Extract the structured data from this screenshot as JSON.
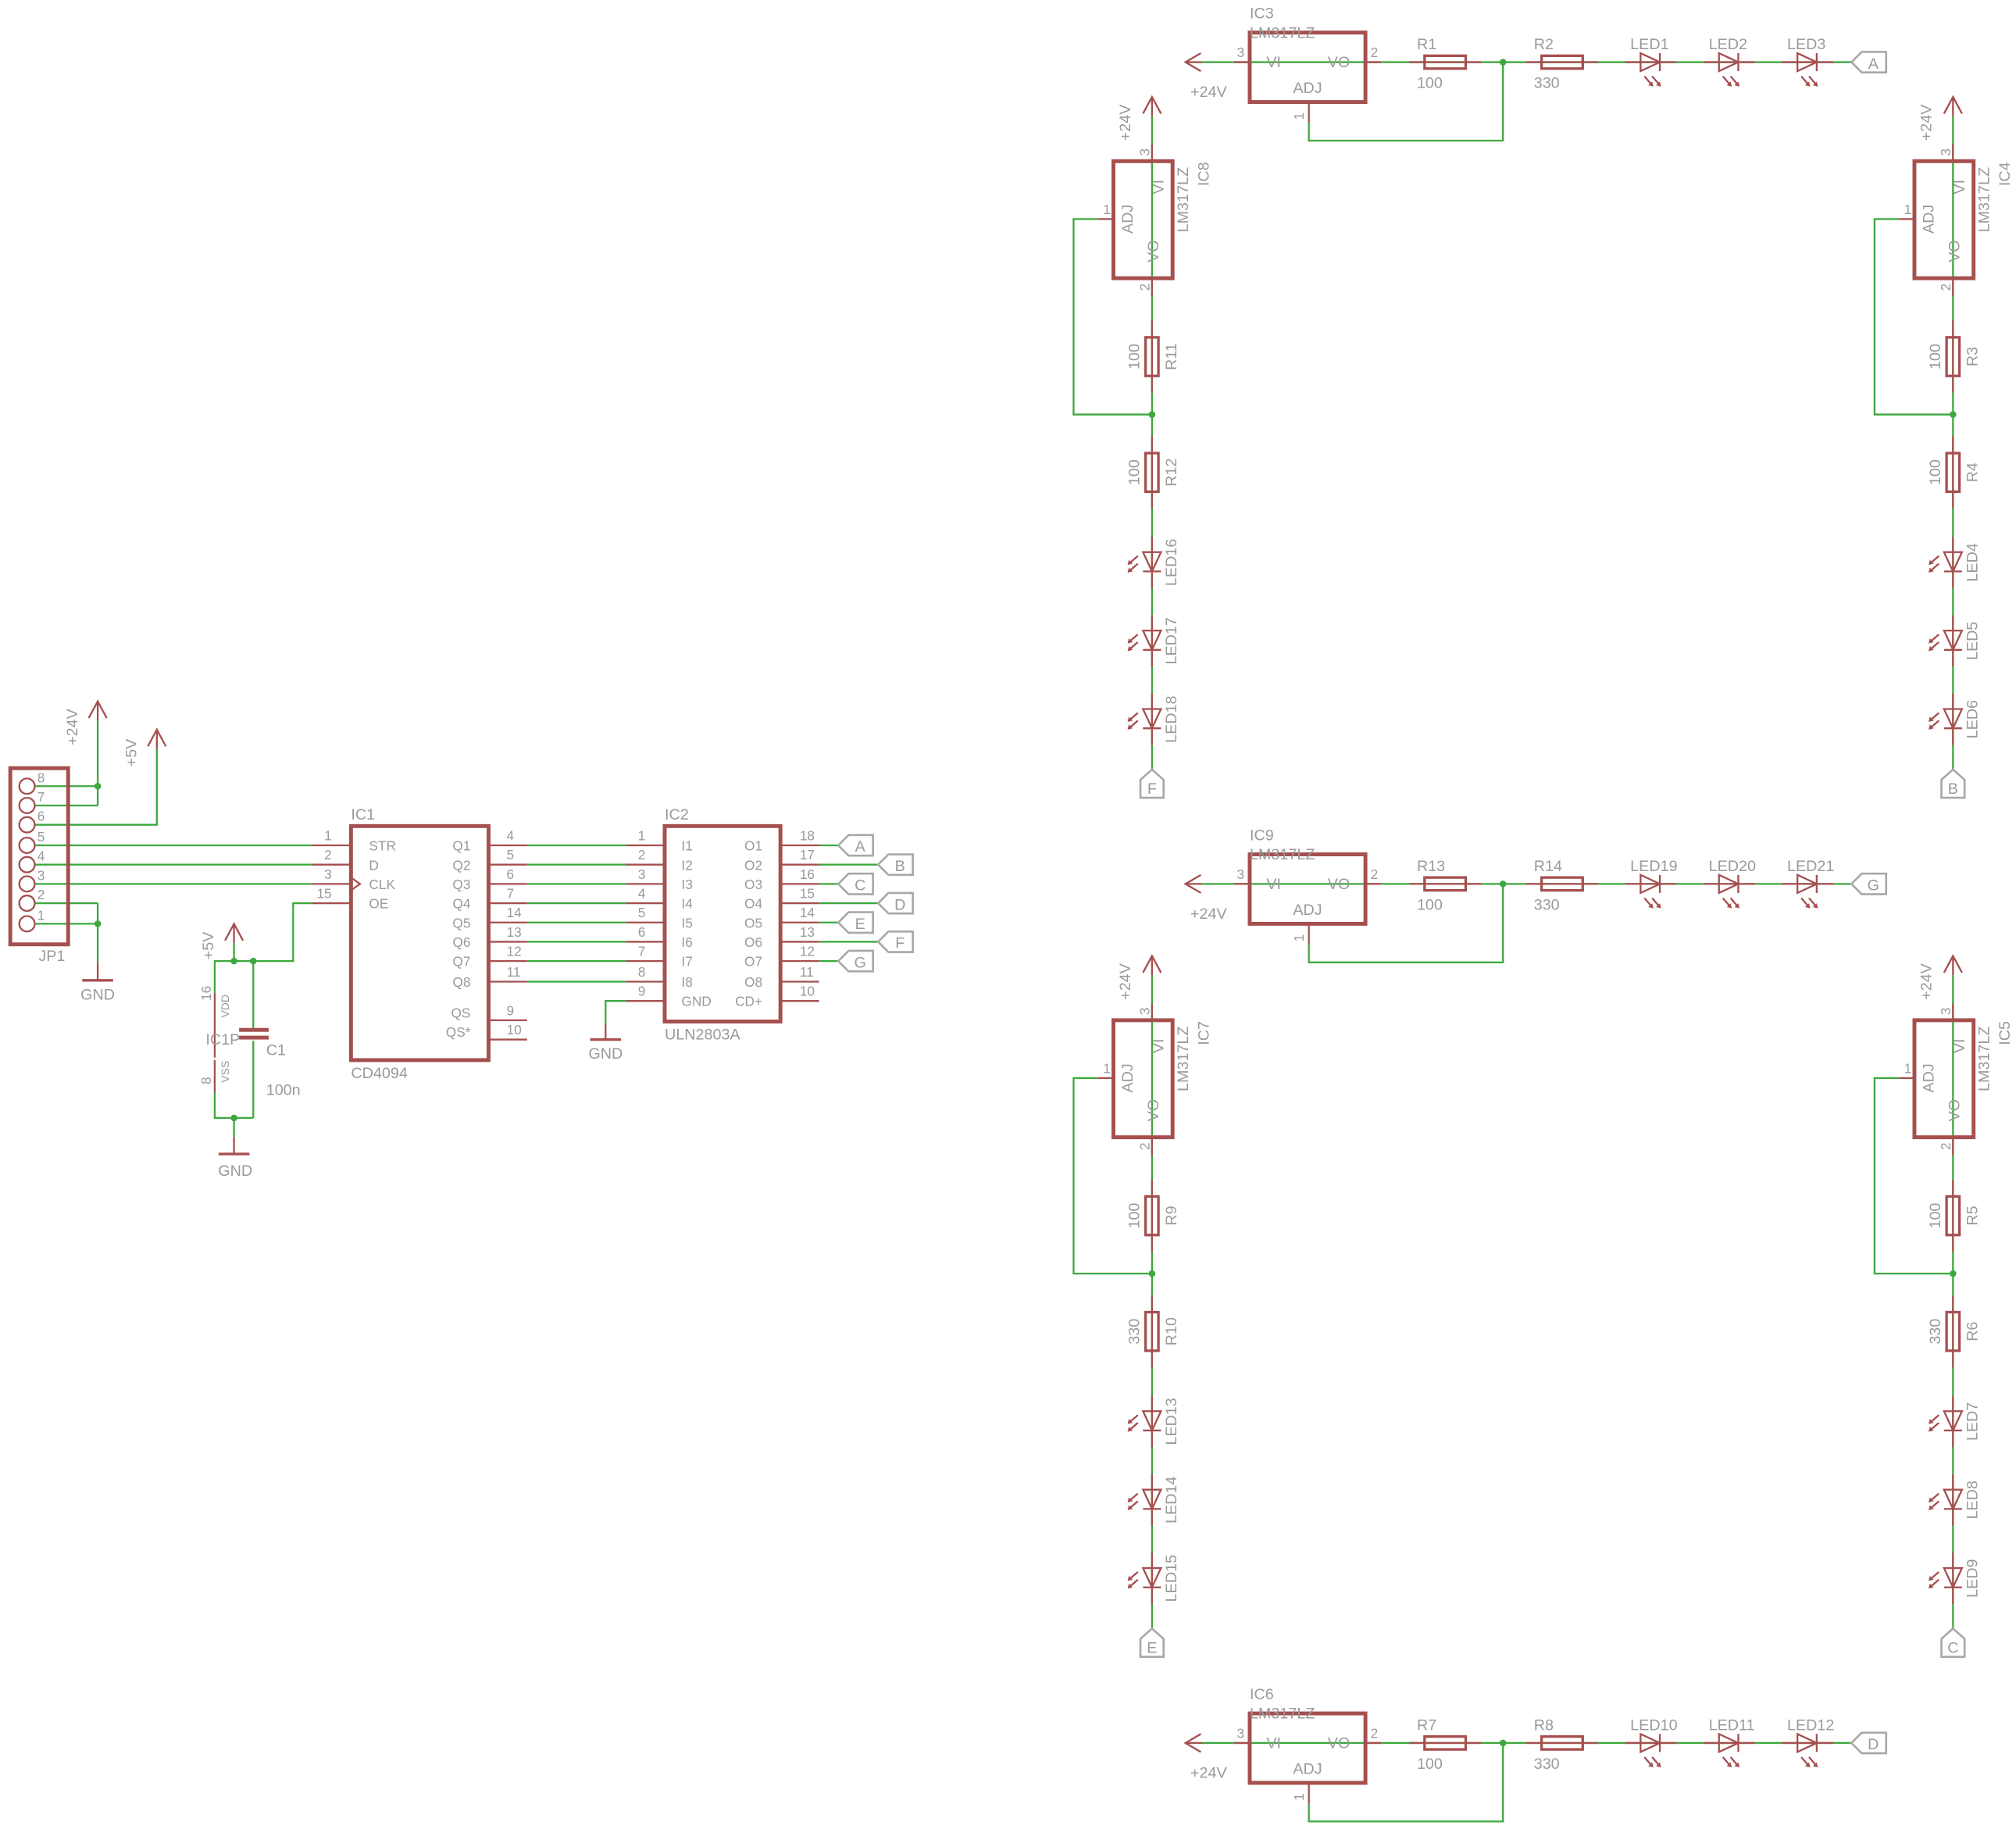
{
  "power": {
    "v24": "+24V",
    "v5": "+5V",
    "gnd": "GND"
  },
  "jp1": {
    "name": "JP1",
    "pins": [
      "1",
      "2",
      "3",
      "4",
      "5",
      "6",
      "7",
      "8"
    ]
  },
  "ic1": {
    "name": "IC1",
    "value": "CD4094",
    "left_pins": [
      {
        "num": "1",
        "label": "STR"
      },
      {
        "num": "2",
        "label": "D"
      },
      {
        "num": "3",
        "label": "CLK"
      },
      {
        "num": "15",
        "label": "OE"
      }
    ],
    "right_pins": [
      {
        "num": "4",
        "label": "Q1"
      },
      {
        "num": "5",
        "label": "Q2"
      },
      {
        "num": "6",
        "label": "Q3"
      },
      {
        "num": "7",
        "label": "Q4"
      },
      {
        "num": "14",
        "label": "Q5"
      },
      {
        "num": "13",
        "label": "Q6"
      },
      {
        "num": "12",
        "label": "Q7"
      },
      {
        "num": "11",
        "label": "Q8"
      }
    ],
    "extra_pins": [
      {
        "num": "9",
        "label": "QS"
      },
      {
        "num": "10",
        "label": "QS*"
      }
    ]
  },
  "ic2": {
    "name": "IC2",
    "value": "ULN2803A",
    "left_pins": [
      {
        "num": "1",
        "label": "I1"
      },
      {
        "num": "2",
        "label": "I2"
      },
      {
        "num": "3",
        "label": "I3"
      },
      {
        "num": "4",
        "label": "I4"
      },
      {
        "num": "5",
        "label": "I5"
      },
      {
        "num": "6",
        "label": "I6"
      },
      {
        "num": "7",
        "label": "I7"
      },
      {
        "num": "8",
        "label": "I8"
      },
      {
        "num": "9",
        "label": "GND"
      }
    ],
    "right_pins": [
      {
        "num": "18",
        "label": "O1"
      },
      {
        "num": "17",
        "label": "O2"
      },
      {
        "num": "16",
        "label": "O3"
      },
      {
        "num": "15",
        "label": "O4"
      },
      {
        "num": "14",
        "label": "O5"
      },
      {
        "num": "13",
        "label": "O6"
      },
      {
        "num": "12",
        "label": "O7"
      },
      {
        "num": "11",
        "label": "O8"
      },
      {
        "num": "10",
        "label": "CD+"
      }
    ],
    "tags": [
      "A",
      "B",
      "C",
      "D",
      "E",
      "F",
      "G"
    ]
  },
  "ic1p": {
    "name": "IC1P",
    "vdd": "VDD",
    "vss": "VSS",
    "vdd_pin": "16",
    "vss_pin": "8"
  },
  "c1": {
    "name": "C1",
    "value": "100n"
  },
  "regulators": [
    {
      "id": "IC3",
      "part": "LM317LZ",
      "vi": "VI",
      "vo": "VO",
      "adj": "ADJ",
      "pin_in": "3",
      "pin_out": "2",
      "pin_adj": "1",
      "supply": "+24V",
      "r1": {
        "name": "R1",
        "value": "100"
      },
      "r2": {
        "name": "R2",
        "value": "330"
      },
      "leds": [
        "LED1",
        "LED2",
        "LED3"
      ],
      "tag": "A"
    },
    {
      "id": "IC8",
      "part": "LM317LZ",
      "vi": "VI",
      "vo": "VO",
      "adj": "ADJ",
      "pin_in": "3",
      "pin_out": "2",
      "pin_adj": "1",
      "supply": "+24V",
      "r1": {
        "name": "R11",
        "value": "100"
      },
      "r2": {
        "name": "R12",
        "value": "100"
      },
      "leds": [
        "LED16",
        "LED17",
        "LED18"
      ],
      "tag": "F"
    },
    {
      "id": "IC4",
      "part": "LM317LZ",
      "vi": "VI",
      "vo": "VO",
      "adj": "ADJ",
      "pin_in": "3",
      "pin_out": "2",
      "pin_adj": "1",
      "supply": "+24V",
      "r1": {
        "name": "R3",
        "value": "100"
      },
      "r2": {
        "name": "R4",
        "value": "100"
      },
      "leds": [
        "LED4",
        "LED5",
        "LED6"
      ],
      "tag": "B"
    },
    {
      "id": "IC9",
      "part": "LM317LZ",
      "vi": "VI",
      "vo": "VO",
      "adj": "ADJ",
      "pin_in": "3",
      "pin_out": "2",
      "pin_adj": "1",
      "supply": "+24V",
      "r1": {
        "name": "R13",
        "value": "100"
      },
      "r2": {
        "name": "R14",
        "value": "330"
      },
      "leds": [
        "LED19",
        "LED20",
        "LED21"
      ],
      "tag": "G"
    },
    {
      "id": "IC7",
      "part": "LM317LZ",
      "vi": "VI",
      "vo": "VO",
      "adj": "ADJ",
      "pin_in": "3",
      "pin_out": "2",
      "pin_adj": "1",
      "supply": "+24V",
      "r1": {
        "name": "R9",
        "value": "100"
      },
      "r2": {
        "name": "R10",
        "value": "330"
      },
      "leds": [
        "LED13",
        "LED14",
        "LED15"
      ],
      "tag": "E"
    },
    {
      "id": "IC5",
      "part": "LM317LZ",
      "vi": "VI",
      "vo": "VO",
      "adj": "ADJ",
      "pin_in": "3",
      "pin_out": "2",
      "pin_adj": "1",
      "supply": "+24V",
      "r1": {
        "name": "R5",
        "value": "100"
      },
      "r2": {
        "name": "R6",
        "value": "330"
      },
      "leds": [
        "LED7",
        "LED8",
        "LED9"
      ],
      "tag": "C"
    },
    {
      "id": "IC6",
      "part": "LM317LZ",
      "vi": "VI",
      "vo": "VO",
      "adj": "ADJ",
      "pin_in": "3",
      "pin_out": "2",
      "pin_adj": "1",
      "supply": "+24V",
      "r1": {
        "name": "R7",
        "value": "100"
      },
      "r2": {
        "name": "R8",
        "value": "330"
      },
      "leds": [
        "LED10",
        "LED11",
        "LED12"
      ],
      "tag": "D"
    }
  ],
  "colors": {
    "part": "#a54f4f",
    "wire": "#3ea83e",
    "text": "#9a9a9a",
    "tag": "#a8a8a8"
  }
}
